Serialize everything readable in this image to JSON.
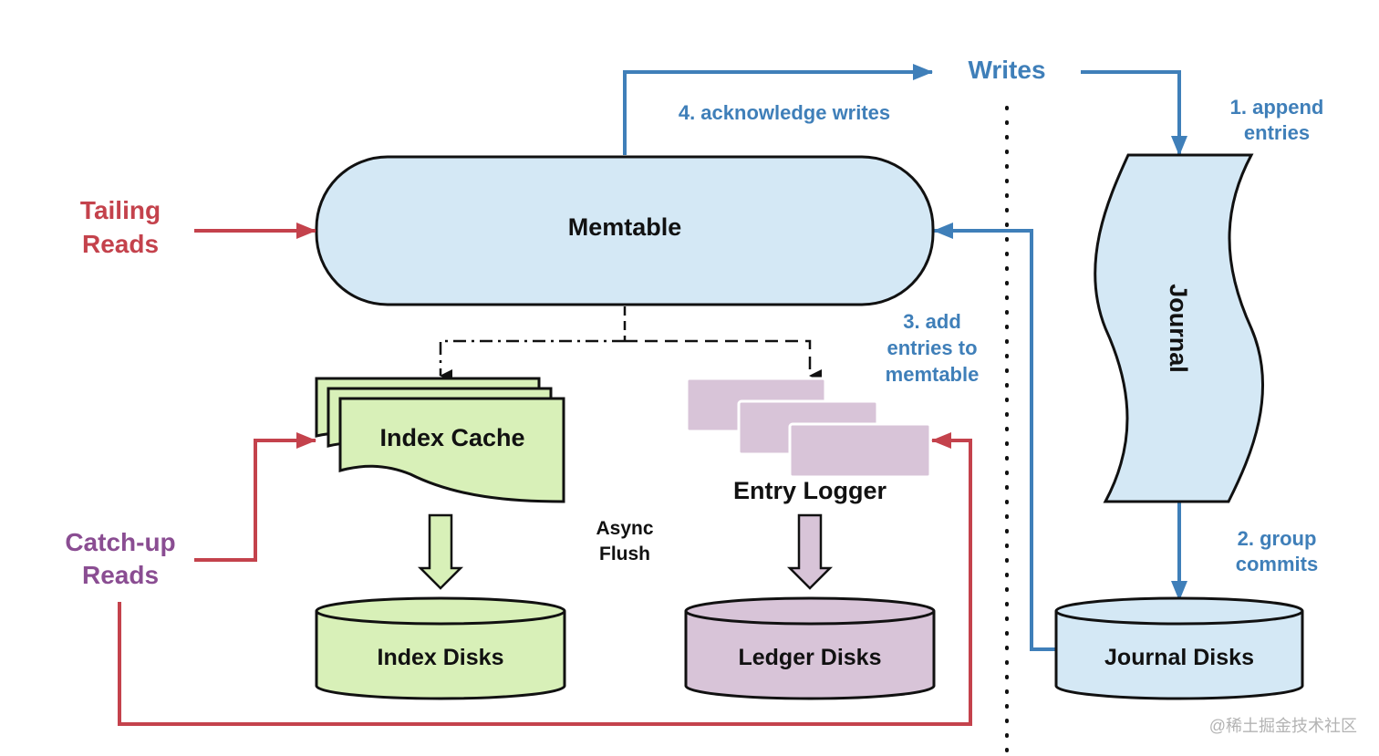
{
  "labels": {
    "writes": "Writes",
    "acknowledge": "4. acknowledge writes",
    "append_line1": "1. append",
    "append_line2": "entries",
    "tailing_line1": "Tailing",
    "tailing_line2": "Reads",
    "memtable": "Memtable",
    "journal": "Journal",
    "add_line1": "3. add",
    "add_line2": "entries to",
    "add_line3": "memtable",
    "index_cache": "Index Cache",
    "entry_logger": "Entry Logger",
    "async_line1": "Async",
    "async_line2": "Flush",
    "catchup_line1": "Catch-up",
    "catchup_line2": "Reads",
    "group_line1": "2. group",
    "group_line2": "commits",
    "index_disks": "Index Disks",
    "ledger_disks": "Ledger Disks",
    "journal_disks": "Journal Disks",
    "watermark": "@稀土掘金技术社区"
  },
  "colors": {
    "blue_fill": "#d4e8f5",
    "green_fill": "#d8f0b8",
    "purple_fill": "#d8c4d8",
    "blue_line": "#3f7fb9",
    "red_line": "#c4424c",
    "purple_text": "#8a4d92"
  }
}
